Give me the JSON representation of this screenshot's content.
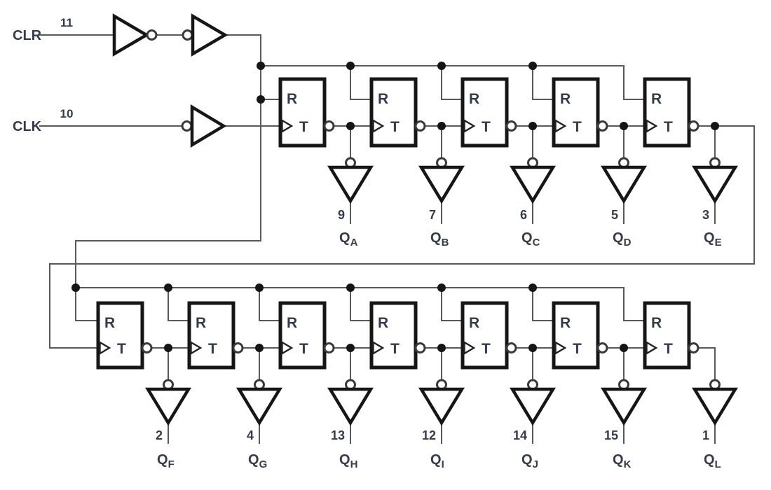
{
  "diagram": {
    "inputs": [
      {
        "label": "CLR",
        "pin": "11"
      },
      {
        "label": "CLK",
        "pin": "10"
      }
    ],
    "flip_flop_labels": {
      "reset": "R",
      "toggle": "T"
    },
    "rows": [
      {
        "stages": [
          {
            "base": "Q",
            "sub": "A",
            "pin": "9"
          },
          {
            "base": "Q",
            "sub": "B",
            "pin": "7"
          },
          {
            "base": "Q",
            "sub": "C",
            "pin": "6"
          },
          {
            "base": "Q",
            "sub": "D",
            "pin": "5"
          },
          {
            "base": "Q",
            "sub": "E",
            "pin": "3"
          }
        ]
      },
      {
        "stages": [
          {
            "base": "Q",
            "sub": "F",
            "pin": "2"
          },
          {
            "base": "Q",
            "sub": "G",
            "pin": "4"
          },
          {
            "base": "Q",
            "sub": "H",
            "pin": "13"
          },
          {
            "base": "Q",
            "sub": "I",
            "pin": "12"
          },
          {
            "base": "Q",
            "sub": "J",
            "pin": "14"
          },
          {
            "base": "Q",
            "sub": "K",
            "pin": "15"
          },
          {
            "base": "Q",
            "sub": "L",
            "pin": "1"
          }
        ]
      }
    ],
    "colors": {
      "background": "#ffffff",
      "wire": "#595959",
      "outline": "#161616",
      "bubble_outline": "#3a3a3a",
      "junction": "#151515",
      "text": "#343c49"
    }
  }
}
